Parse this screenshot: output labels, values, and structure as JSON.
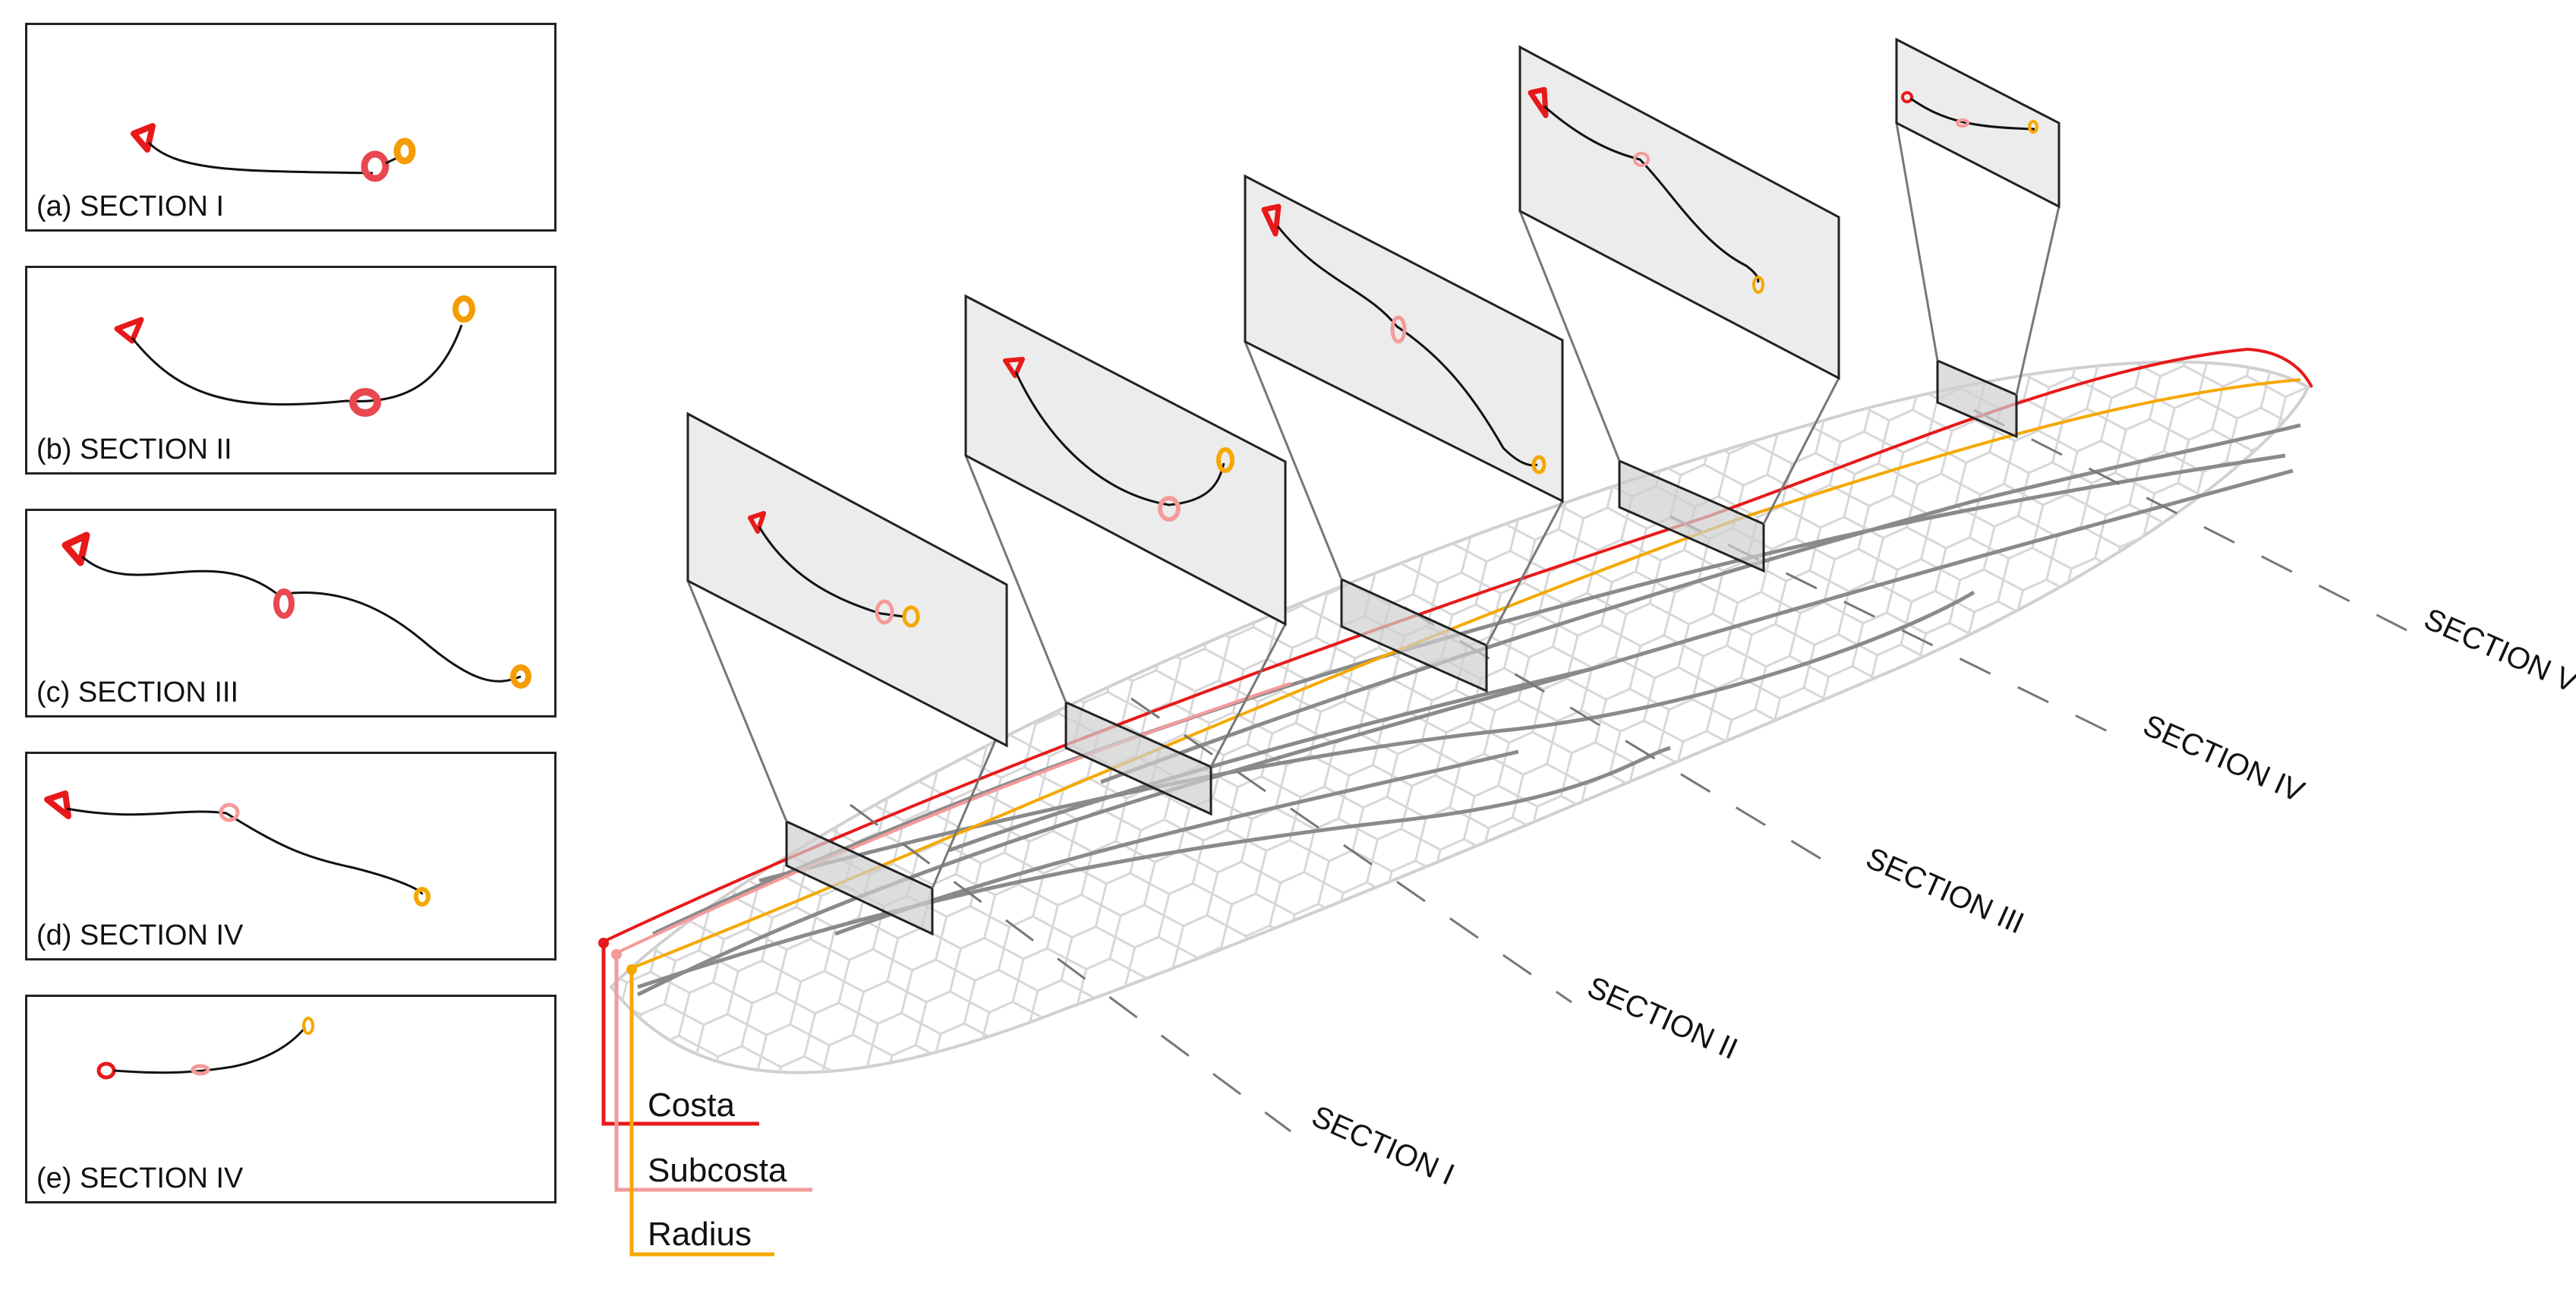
{
  "panels": [
    {
      "label": "(a) SECTION I"
    },
    {
      "label": "(b) SECTION II"
    },
    {
      "label": "(c) SECTION III"
    },
    {
      "label": "(d) SECTION IV"
    },
    {
      "label": "(e) SECTION IV"
    }
  ],
  "sections": [
    {
      "label": "SECTION I"
    },
    {
      "label": "SECTION II"
    },
    {
      "label": "SECTION III"
    },
    {
      "label": "SECTION IV"
    },
    {
      "label": "SECTION V"
    }
  ],
  "legend": [
    {
      "label": "Costa",
      "color": "#e8191a"
    },
    {
      "label": "Subcosta",
      "color": "#f59a9a"
    },
    {
      "label": "Radius",
      "color": "#f5a800"
    }
  ],
  "colors": {
    "costa": "#e8191a",
    "subcosta": "#f59a9a",
    "radius": "#f5a800",
    "vein": "#888888",
    "cell": "#d4d4d4",
    "panel_fill": "#ececec"
  }
}
